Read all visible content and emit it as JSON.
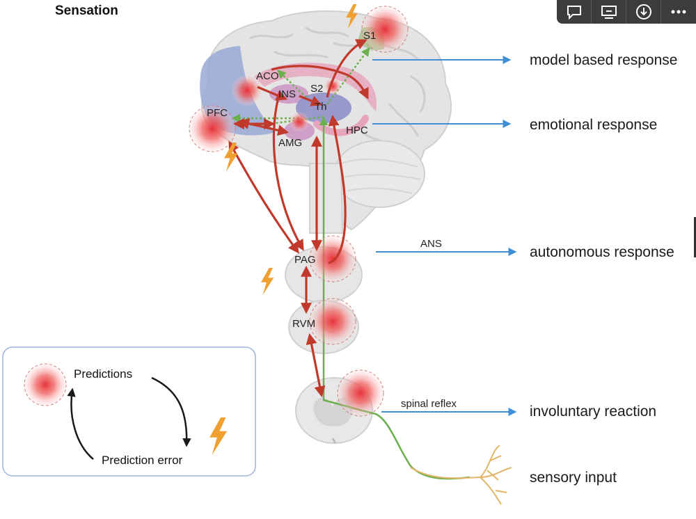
{
  "header": {
    "left_title": "Sensation",
    "right_title_fragment": "ctio"
  },
  "toolbar": {
    "buttons": [
      {
        "name": "comment-button",
        "icon": "speech-bubble-icon"
      },
      {
        "name": "share-button",
        "icon": "screen-share-icon"
      },
      {
        "name": "download-button",
        "icon": "download-circle-icon"
      },
      {
        "name": "more-button",
        "icon": "ellipsis-icon"
      }
    ]
  },
  "brain_labels": {
    "s1": "S1",
    "aco": "ACO",
    "ins": "INS",
    "s2": "S2",
    "th": "Th",
    "pfc": "PFC",
    "hpc": "HPC",
    "amg": "AMG",
    "pag": "PAG",
    "rvm": "RVM"
  },
  "pathway_labels": {
    "ans": "ANS",
    "spinal_reflex": "spinal reflex"
  },
  "responses": [
    {
      "label": "model based response"
    },
    {
      "label": "emotional response"
    },
    {
      "label": "autonomous response"
    },
    {
      "label": "involuntary reaction"
    },
    {
      "label": "sensory input"
    }
  ],
  "legend": {
    "predictions": "Predictions",
    "prediction_error": "Prediction error"
  },
  "colors": {
    "arrow_red": "#c0392b",
    "arrow_blue": "#3f8fd4",
    "pathway_green": "#6ab04c",
    "bolt_orange": "#f0a030",
    "prediction_red": "#e8333a",
    "brain_gray": "#e4e4e4",
    "pfc_blue": "#9aa9d6",
    "thalamus_purple": "#8c8cc8",
    "limbic_pink": "#e6a4bc",
    "legend_border": "#9eb4d6",
    "toolbar_bg": "#3c3c3c"
  }
}
